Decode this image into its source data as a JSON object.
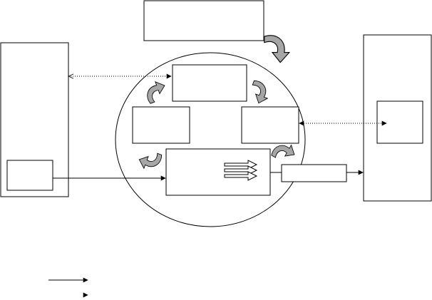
{
  "diagram": {
    "boxes": [
      {
        "id": "top-box"
      },
      {
        "id": "left-panel"
      },
      {
        "id": "left-inner-box"
      },
      {
        "id": "right-panel"
      },
      {
        "id": "right-inner-box"
      },
      {
        "id": "circle-top-box"
      },
      {
        "id": "circle-left-box"
      },
      {
        "id": "circle-right-box"
      },
      {
        "id": "circle-bottom-box"
      },
      {
        "id": "output-box"
      }
    ],
    "connectors": [
      {
        "from": "left-inner-box",
        "to": "circle-bottom-box",
        "style": "solid"
      },
      {
        "from": "circle-bottom-box",
        "to": "right-panel",
        "style": "solid",
        "via": "output-box"
      },
      {
        "from": "circle-top-box",
        "to": "left-panel",
        "style": "dotted"
      },
      {
        "from": "circle-right-box",
        "to": "right-inner-box",
        "style": "dotted",
        "bidirectional": true
      }
    ],
    "cycle_arrows": 5,
    "colors": {
      "stroke": "#000000",
      "curved_arrow_fill": "#a6a6a6",
      "background": "#ffffff"
    }
  },
  "legend": [
    {
      "style": "solid"
    },
    {
      "style": "dotted"
    }
  ]
}
